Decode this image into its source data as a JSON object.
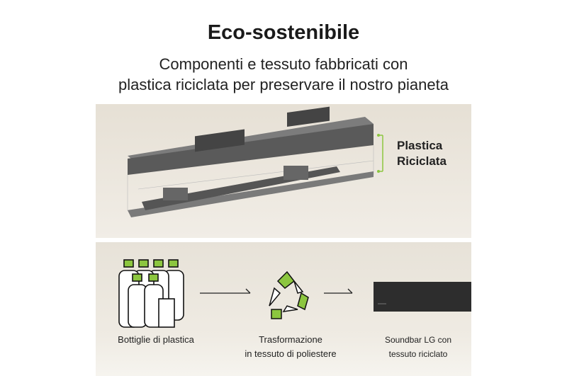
{
  "header": {
    "title": "Eco-sostenibile",
    "subtitle_line1": "Componenti e tessuto fabbricati con",
    "subtitle_line2": "plastica riciclata per preservare il nostro pianeta"
  },
  "exploded_view": {
    "label_line1": "Plastica",
    "label_line2": "Riciclata",
    "accent": "#8cc63f"
  },
  "process": {
    "steps": [
      {
        "caption_line1": "Bottiglie di plastica"
      },
      {
        "caption_line1": "Trasformazione",
        "caption_line2": "in tessuto di poliestere"
      },
      {
        "caption_line1": "Soundbar LG con",
        "caption_line2": "tessuto riciclato"
      }
    ]
  }
}
